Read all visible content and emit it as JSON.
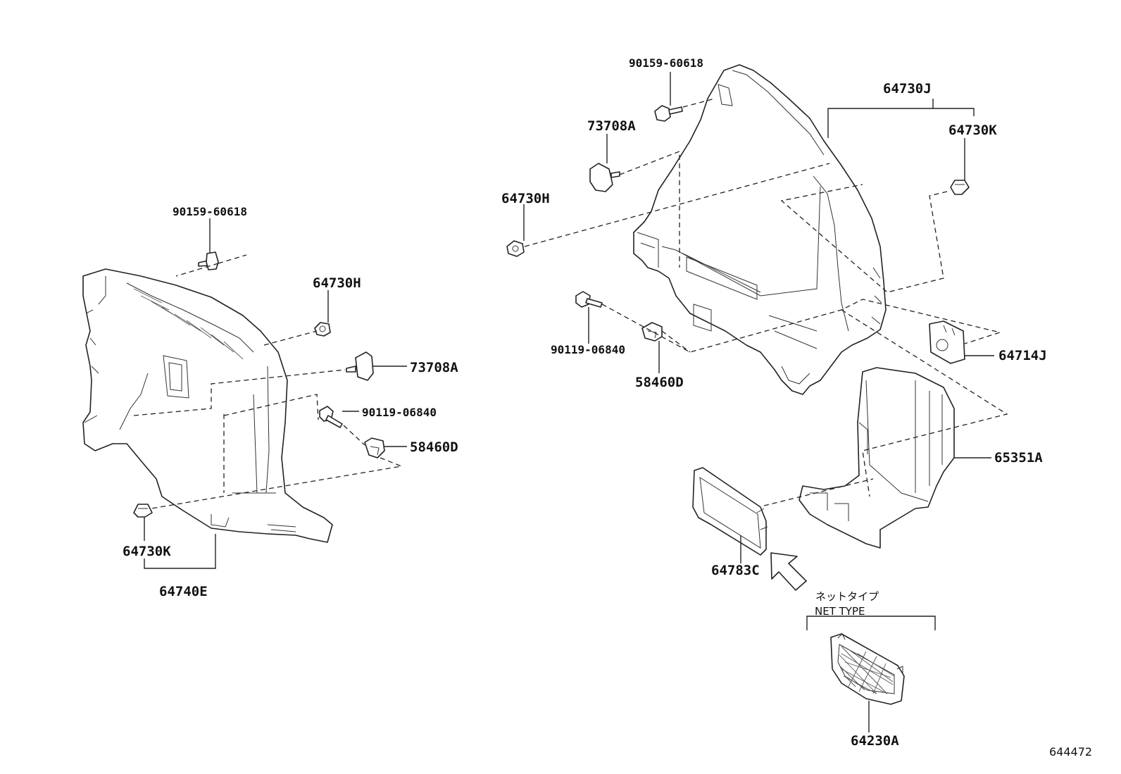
{
  "labels": {
    "left_bolt_top": "90159-60618",
    "left_clip_h": "64730H",
    "left_cap": "73708A",
    "left_bolt_mid": "90119-06840",
    "left_nut": "58460D",
    "left_clip_k": "64730K",
    "left_panel": "64740E",
    "right_bolt_top": "90159-60618",
    "right_cap": "73708A",
    "right_clip_h": "64730H",
    "right_panel": "64730J",
    "right_clip_k": "64730K",
    "right_bolt_mid": "90119-06840",
    "right_nut": "58460D",
    "right_lamp": "64714J",
    "right_box": "65351A",
    "right_frame": "64783C",
    "net": "64230A"
  },
  "note": {
    "jp": "ネットタイプ",
    "en": "NET TYPE"
  },
  "diagram_id": "644472"
}
